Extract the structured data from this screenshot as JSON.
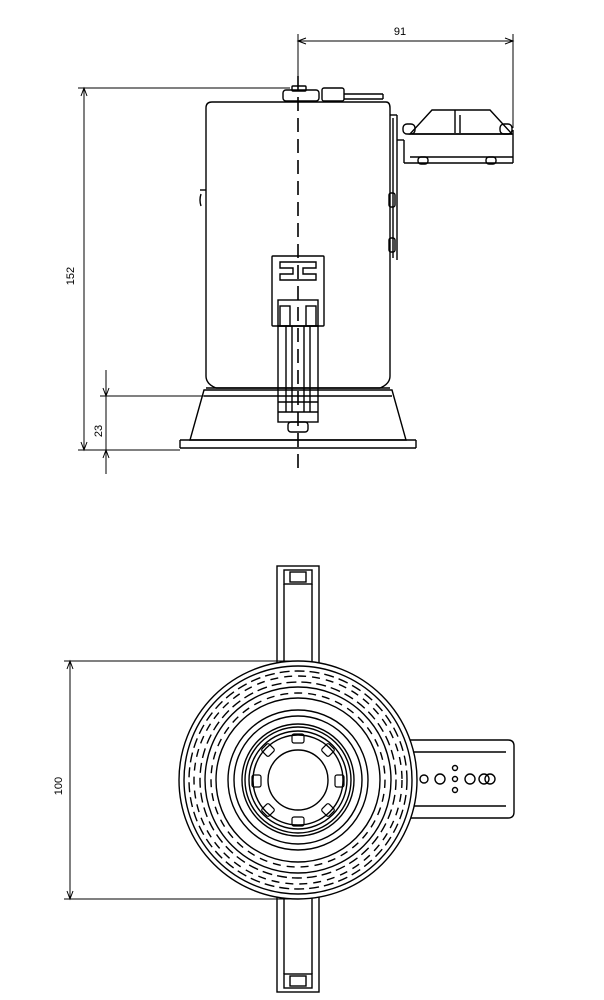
{
  "dimensions": {
    "overall_height": "152",
    "trim_height": "23",
    "bracket_offset": "91",
    "diameter": "100"
  },
  "colors": {
    "line": "#000000",
    "background": "#ffffff"
  }
}
